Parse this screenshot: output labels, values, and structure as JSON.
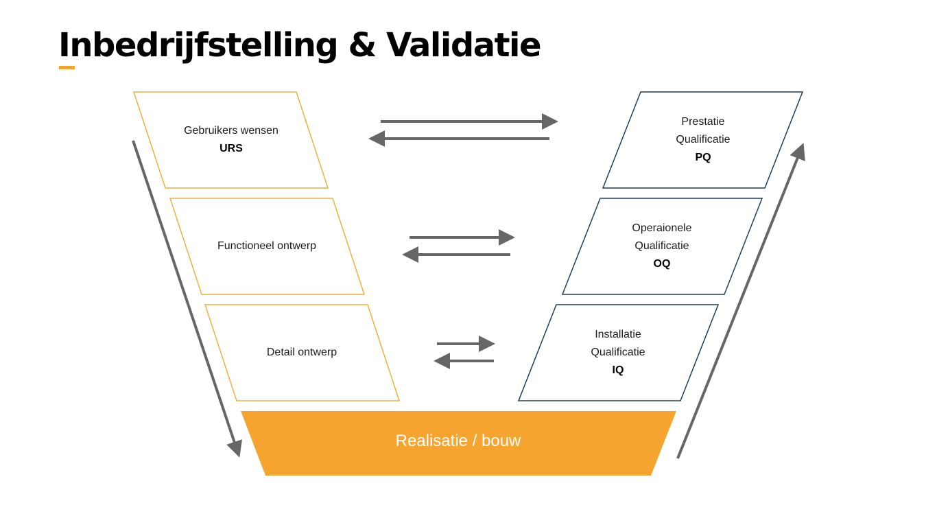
{
  "title": "Inbedrijfstelling & Validatie",
  "colors": {
    "accent": "#F5A42F",
    "left_border": "#E9B23E",
    "right_border": "#1F3E5A",
    "arrow": "#666666",
    "base_text": "#ffffff"
  },
  "left": [
    {
      "line1": "Gebruikers wensen",
      "bold": "URS"
    },
    {
      "line1": "Functioneel ontwerp"
    },
    {
      "line1": "Detail ontwerp"
    }
  ],
  "right": [
    {
      "line1": "Prestatie",
      "line2": "Qualificatie",
      "bold": "PQ"
    },
    {
      "line1": "Operaionele",
      "line2": "Qualificatie",
      "bold": "OQ"
    },
    {
      "line1": "Installatie",
      "line2": "Qualificatie",
      "bold": "IQ"
    }
  ],
  "base": {
    "label": "Realisatie / bouw"
  }
}
